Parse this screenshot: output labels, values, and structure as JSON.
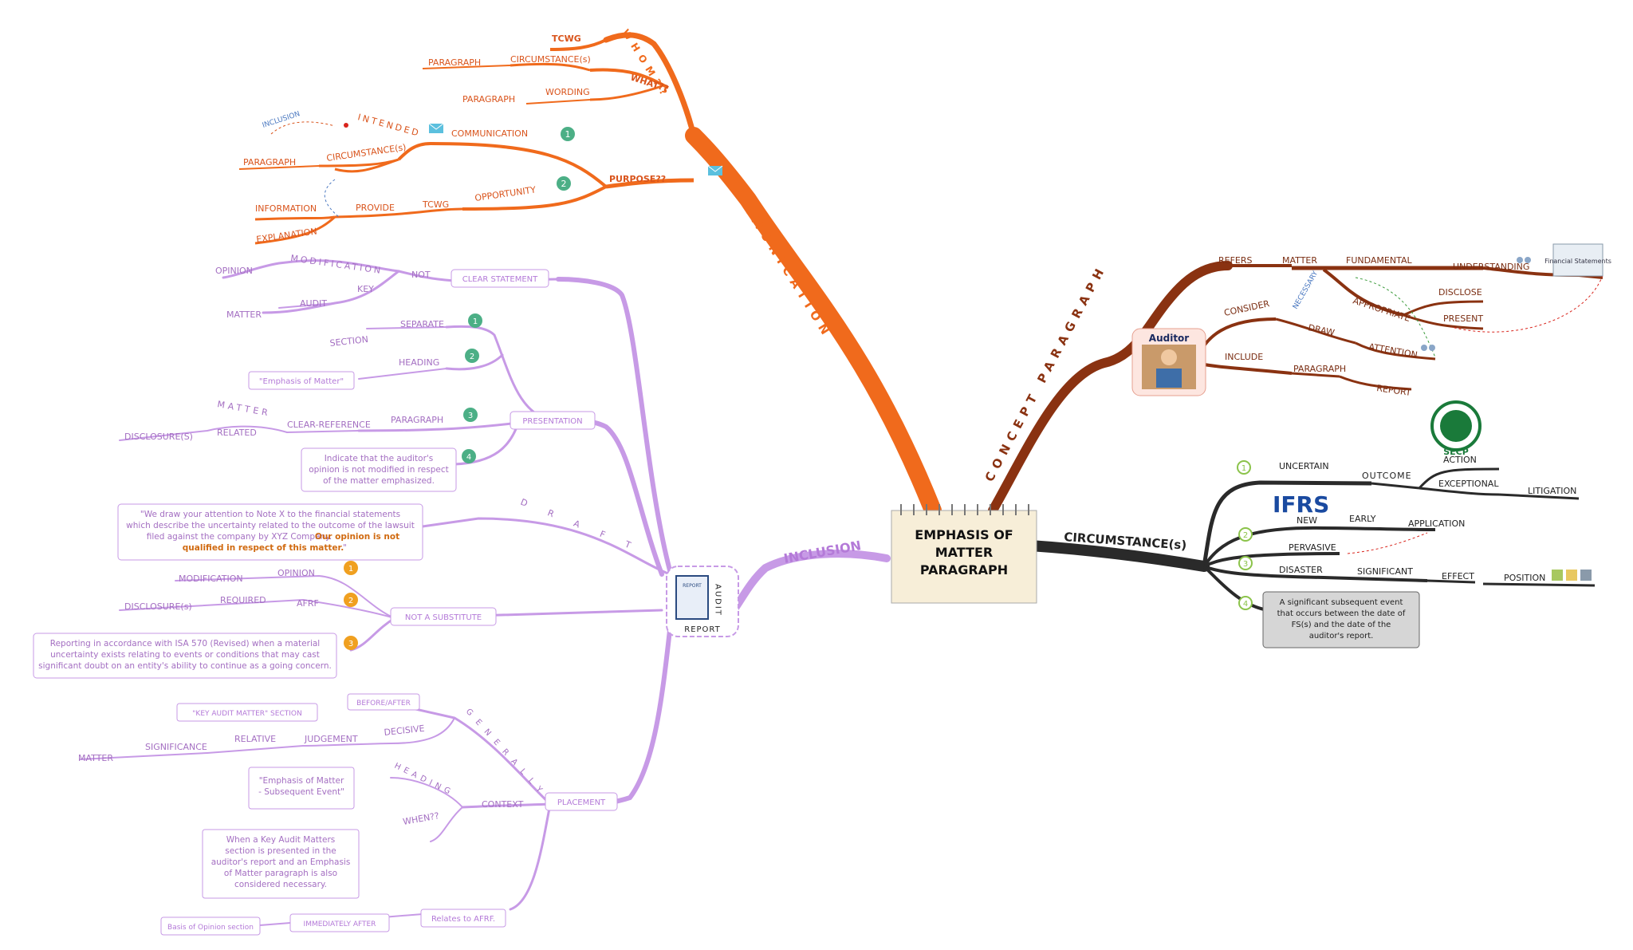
{
  "center": {
    "lines": [
      "EMPHASIS OF",
      "MATTER",
      "PARAGRAPH"
    ]
  },
  "communication": {
    "branch": "COMMUNICATION",
    "whom": "WHOM??",
    "tcwg_top": "TCWG",
    "what": "WHAT??",
    "circumstances_top": "CIRCUMSTANCE(s)",
    "paragraph_top": "PARAGRAPH",
    "wording": "WORDING",
    "paragraph_wording": "PARAGRAPH",
    "purpose": "PURPOSE??",
    "intended": "INTENDED",
    "communication_node": "COMMUNICATION",
    "num1": "1",
    "num2": "2",
    "circumstances_mid": "CIRCUMSTANCE(s)",
    "paragraph_mid": "PARAGRAPH",
    "inclusion_small": "INCLUSION",
    "opportunity": "OPPORTUNITY",
    "tcwg_mid": "TCWG",
    "provide": "PROVIDE",
    "information": "INFORMATION",
    "explanation": "EXPLANATION"
  },
  "concept": {
    "branch": "CONCEPT PARAGRAPH",
    "auditor_label": "Auditor",
    "refers": "REFERS",
    "matter": "MATTER",
    "fundamental": "FUNDAMENTAL",
    "understanding": "UNDERSTANDING",
    "fs_label": "Financial Statements",
    "necessary": "NECESSARY",
    "consider": "CONSIDER",
    "appropriate": "APPROPRIATE",
    "disclose": "DISCLOSE",
    "present": "PRESENT",
    "draw": "DRAW",
    "attention": "ATTENTION",
    "include": "INCLUDE",
    "paragraph": "PARAGRAPH",
    "report": "REPORT"
  },
  "circumstances": {
    "branch": "CIRCUMSTANCE(s)",
    "n1": "1",
    "n2": "2",
    "n3": "3",
    "n4": "4",
    "uncertain": "UNCERTAIN",
    "outcome": "OUTCOME",
    "exceptional": "EXCEPTIONAL",
    "litigation": "LITIGATION",
    "action": "ACTION",
    "secp": "SECP",
    "ifrs": "IFRS",
    "new": "NEW",
    "early": "EARLY",
    "application": "APPLICATION",
    "pervasive": "PERVASIVE",
    "disaster": "DISASTER",
    "significant": "SIGNIFICANT",
    "effect": "EFFECT",
    "position": "POSITION",
    "subsequent_box": [
      "A significant subsequent event",
      "that occurs between the date of",
      "FS(s) and the date of the",
      "auditor's report."
    ]
  },
  "inclusion": {
    "branch": "INCLUSION",
    "audit_report_vertical": "AUDIT",
    "report_label": "REPORT",
    "report_icon_label": "REPORT",
    "clear_statement": "CLEAR STATEMENT",
    "not": "NOT",
    "modification": "MODIFICATION",
    "opinion": "OPINION",
    "key": "KEY",
    "audit": "AUDIT",
    "matter": "MATTER",
    "presentation": "PRESENTATION",
    "separate": "SEPARATE",
    "section": "SECTION",
    "heading": "HEADING",
    "eom_quote": "\"Emphasis of Matter\"",
    "paragraph": "PARAGRAPH",
    "clear_reference": "CLEAR-REFERENCE",
    "matter_spaced": "MATTER",
    "related": "RELATED",
    "disclosures": "DISCLOSURE(S)",
    "indicate_box": [
      "Indicate that the auditor's",
      "opinion is not modified in respect",
      "of the matter emphasized."
    ],
    "draft": "DRAFT",
    "draft_box": [
      "\"We draw your attention to Note X to the financial statements",
      "which describe the uncertainty related to the outcome of the lawsuit",
      "filed against the company by XYZ Company."
    ],
    "draft_box_bold1": "Our opinion is not",
    "draft_box_bold2": "qualified in respect of this matter.",
    "draft_box_end": "\"",
    "not_substitute": "NOT A SUBSTITUTE",
    "opinion2": "OPINION",
    "modification2": "MODIFICATION",
    "required": "REQUIRED",
    "afrf": "AFRF",
    "disclosures2": "DISCLOSURE(s)",
    "isa_box": [
      "Reporting in accordance with ISA 570 (Revised) when a material",
      "uncertainty exists relating to events or conditions that may cast",
      "significant doubt on an entity's ability to continue as a going concern."
    ],
    "placement": "PLACEMENT",
    "generally": "GENERALLY",
    "before_after": "BEFORE/AFTER",
    "kam_section": "\"KEY AUDIT MATTER\" SECTION",
    "decisive": "DECISIVE",
    "judgement": "JUDGEMENT",
    "relative": "RELATIVE",
    "significance": "SIGNIFICANCE",
    "matter2": "MATTER",
    "heading2": "HEADING",
    "eom_subsequent": [
      "\"Emphasis of Matter",
      "- Subsequent Event\""
    ],
    "context": "CONTEXT",
    "when": "WHEN??",
    "kam_box": [
      "When a Key Audit Matters",
      "section is presented in the",
      "auditor's report and an Emphasis",
      "of Matter paragraph is also",
      "considered necessary."
    ],
    "relates_afrf": "Relates to AFRF.",
    "immediately_after": "IMMEDIATELY AFTER",
    "basis_opinion": "Basis of Opinion section",
    "num1": "1",
    "num2": "2",
    "num3": "3",
    "num4": "4"
  },
  "colors": {
    "orange": "#f06a1c",
    "purple": "#c79ae6",
    "brown": "#8a3211",
    "black": "#2a2a2a",
    "green_badge": "#4caf86",
    "orange_badge": "#f0a020"
  }
}
